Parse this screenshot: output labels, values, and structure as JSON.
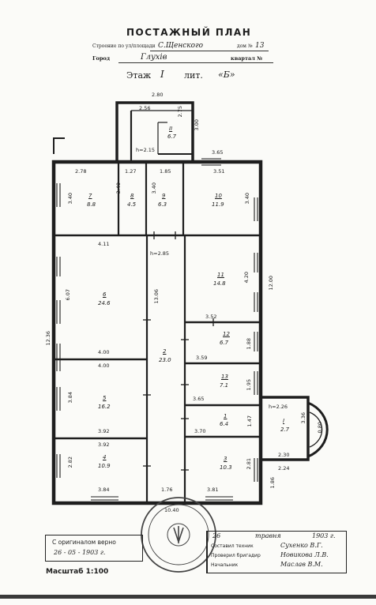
{
  "header": {
    "title": "ПОСТАЖНЫЙ   ПЛАН",
    "line_building": "Строение по ул/площади  С.Щенского  дом № 13",
    "label_street": "Строение по ул/площади",
    "street_value": "С.Щенского",
    "label_house": "дом №",
    "house_value": "13",
    "label_city": "Город",
    "city_value": "Глухів",
    "label_quarter": "квартал №",
    "quarter_value": "",
    "floor_line": "Этаж  I  лит. «Б»",
    "floor_label": "Этаж",
    "floor_value": "I",
    "lit_label": "лит.",
    "lit_value": "«Б»"
  },
  "rooms": [
    {
      "num": "1",
      "area": "6.4"
    },
    {
      "num": "2",
      "area": "23.0"
    },
    {
      "num": "3",
      "area": "10.3"
    },
    {
      "num": "4",
      "area": "10.9"
    },
    {
      "num": "5",
      "area": "16.2"
    },
    {
      "num": "6",
      "area": "24.6"
    },
    {
      "num": "7",
      "area": "8.8"
    },
    {
      "num": "8",
      "area": "4.5"
    },
    {
      "num": "9",
      "area": "6.3"
    },
    {
      "num": "10",
      "area": "11.9"
    },
    {
      "num": "11",
      "area": "14.8"
    },
    {
      "num": "12",
      "area": "6.7"
    },
    {
      "num": "13",
      "area": "7.1"
    },
    {
      "num": "I",
      "area": "2.7"
    },
    {
      "num": "II",
      "area": "6.7"
    }
  ],
  "dimensions": {
    "top_annex_width": "2.80",
    "top_annex_inner": "2.56",
    "top_annex_height": "2.75",
    "annex_II_height": "3.00",
    "h_top": "h=2.15",
    "top_right": "3.65",
    "r7_w": "2.78",
    "r8_w": "1.27",
    "r9_w": "1.85",
    "r10_w": "3.51",
    "r7_h": "3.40",
    "r8_h": "3.40",
    "r9_h": "3.40",
    "r10_h": "3.40",
    "r6_top": "4.11",
    "h_mid": "h=2.85",
    "r6_h": "6.07",
    "corridor_len": "13.06",
    "r11_h": "4.20",
    "right_total": "12.00",
    "r11_bottom": "3.52",
    "left_total": "12.36",
    "r6_bottom": "4.00",
    "r5_top": "4.00",
    "r12_w": "3.59",
    "r12_h": "1.88",
    "r13_h": "1.95",
    "r13_w": "3.65",
    "r5_h": "3.84",
    "h_porch": "h=2.26",
    "porch_h": "3.36",
    "porch_inner": "0.80",
    "r5_bottom": "3.92",
    "r1_w": "3.70",
    "r1_h": "1.47",
    "r4_top": "3.92",
    "porch_w": "2.30",
    "porch_bottom": "2.24",
    "r4_h": "2.82",
    "r3_h": "2.81",
    "right_low": "1.86",
    "r4_w": "3.84",
    "corr_w": "1.76",
    "r3_w": "3.81",
    "bottom_extra": "10.40"
  },
  "footer": {
    "checked_label": "С оригиналом верно",
    "checked_date": "26  -  05 -  1903 г.",
    "scale": "Масштаб 1:100",
    "date_day": "26",
    "date_month": "травня",
    "date_year": "1903 г.",
    "composed_label": "Составил техник",
    "composed_name": "Сухенко В.Г.",
    "checked_by_label": "Проверил бригадир",
    "checked_by_name": "Новикова Л.В.",
    "chief_label": "Начальник",
    "chief_name": "Маслав В.М."
  }
}
